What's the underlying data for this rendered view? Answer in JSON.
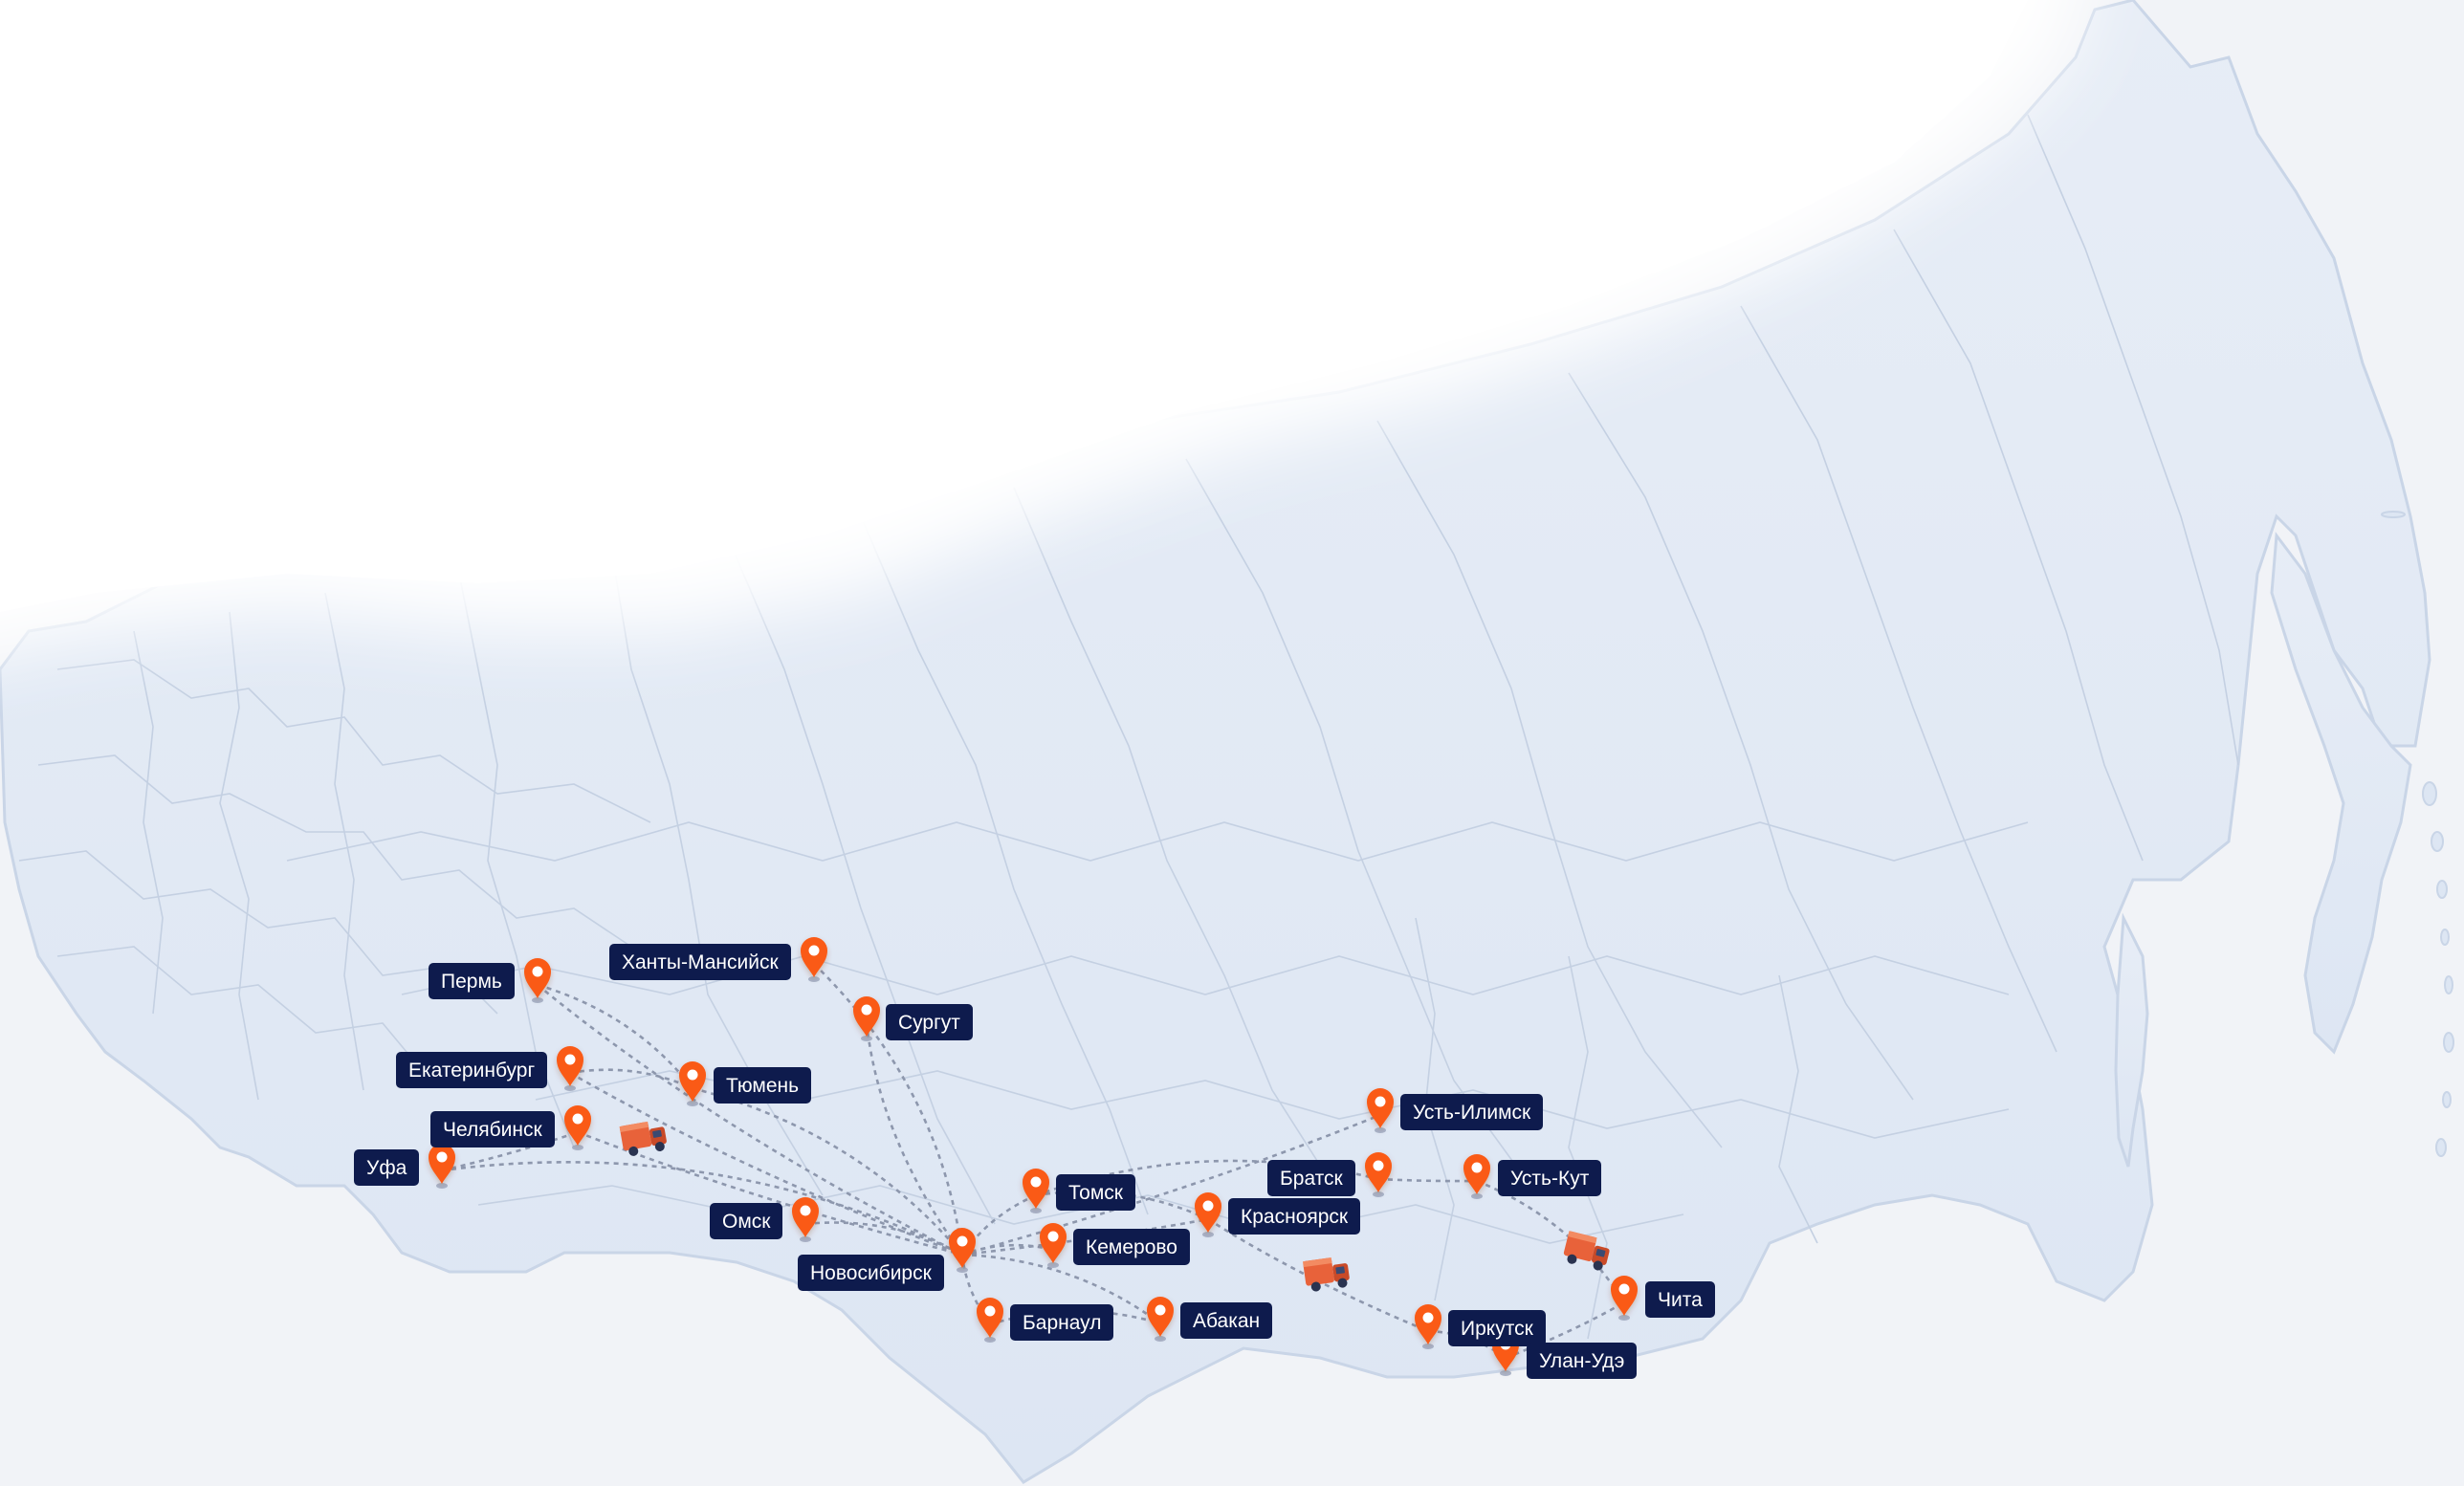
{
  "map": {
    "colors": {
      "background": "#f1f3f7",
      "land": "#e3eaf5",
      "land_edge": "#c9d5e7",
      "pin": "#fa5a14",
      "pin_dot": "#ffffff",
      "label_bg": "#0e1b4d",
      "label_text": "#ffffff",
      "route": "#8d97ad",
      "truck": "#e8623a"
    },
    "icons": {
      "pin": "map-pin-icon",
      "truck": "delivery-truck-icon"
    },
    "hub": "Новосибирск",
    "cities": [
      {
        "id": "perm",
        "name": "Пермь"
      },
      {
        "id": "khanty-mansiysk",
        "name": "Ханты-Мансийск"
      },
      {
        "id": "surgut",
        "name": "Сургут"
      },
      {
        "id": "yekaterinburg",
        "name": "Екатеринбург"
      },
      {
        "id": "tyumen",
        "name": "Тюмень"
      },
      {
        "id": "chelyabinsk",
        "name": "Челябинск"
      },
      {
        "id": "ufa",
        "name": "Уфа"
      },
      {
        "id": "omsk",
        "name": "Омск"
      },
      {
        "id": "novosibirsk",
        "name": "Новосибирск"
      },
      {
        "id": "tomsk",
        "name": "Томск"
      },
      {
        "id": "kemerovo",
        "name": "Кемерово"
      },
      {
        "id": "barnaul",
        "name": "Барнаул"
      },
      {
        "id": "abakan",
        "name": "Абакан"
      },
      {
        "id": "krasnoyarsk",
        "name": "Красноярск"
      },
      {
        "id": "ust-ilimsk",
        "name": "Усть-Илимск"
      },
      {
        "id": "bratsk",
        "name": "Братск"
      },
      {
        "id": "ust-kut",
        "name": "Усть-Кут"
      },
      {
        "id": "irkutsk",
        "name": "Иркутск"
      },
      {
        "id": "ulan-ude",
        "name": "Улан-Удэ"
      },
      {
        "id": "chita",
        "name": "Чита"
      }
    ]
  }
}
